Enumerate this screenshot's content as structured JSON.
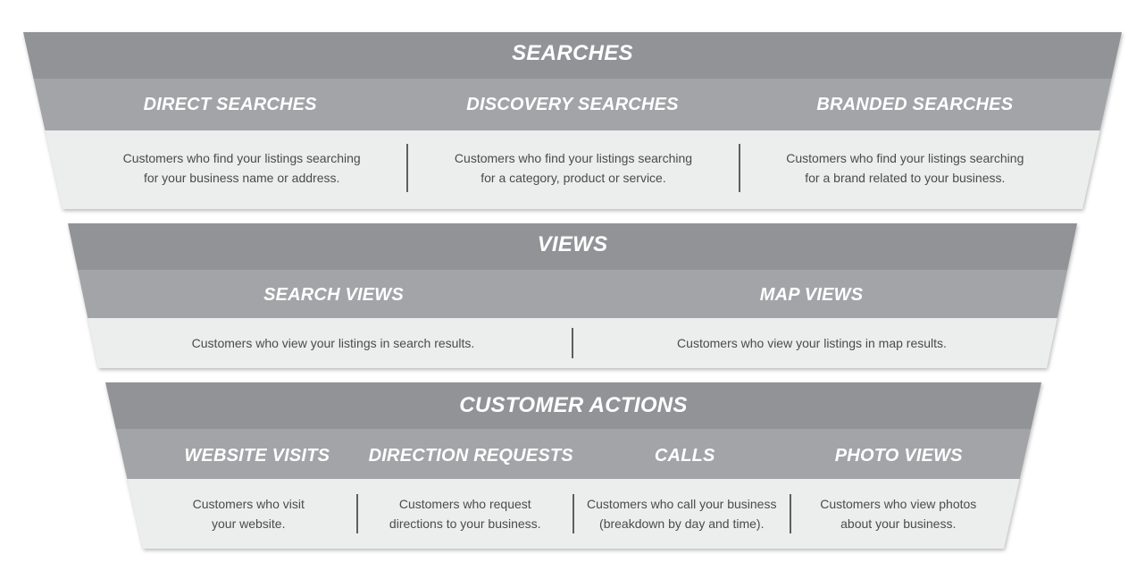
{
  "tiers": [
    {
      "title": "SEARCHES",
      "columns": [
        {
          "label": "DIRECT SEARCHES",
          "line1": "Customers who find your listings searching",
          "line2": "for your business name or address."
        },
        {
          "label": "DISCOVERY SEARCHES",
          "line1": "Customers who find your listings searching",
          "line2": "for a category, product or service."
        },
        {
          "label": "BRANDED SEARCHES",
          "line1": "Customers who find your listings searching",
          "line2": "for a brand related to your business."
        }
      ]
    },
    {
      "title": "VIEWS",
      "columns": [
        {
          "label": "SEARCH VIEWS",
          "line1": "Customers who view your listings in search results."
        },
        {
          "label": "MAP VIEWS",
          "line1": "Customers who view your listings in map results."
        }
      ]
    },
    {
      "title": "CUSTOMER ACTIONS",
      "columns": [
        {
          "label": "WEBSITE VISITS",
          "line1": "Customers who visit",
          "line2": "your website."
        },
        {
          "label": "DIRECTION REQUESTS",
          "line1": "Customers who request",
          "line2": "directions to your business."
        },
        {
          "label": "CALLS",
          "line1": "Customers who call your business",
          "line2": "(breakdown by day and time)."
        },
        {
          "label": "PHOTO VIEWS",
          "line1": "Customers who view photos",
          "line2": "about your business."
        }
      ]
    }
  ]
}
